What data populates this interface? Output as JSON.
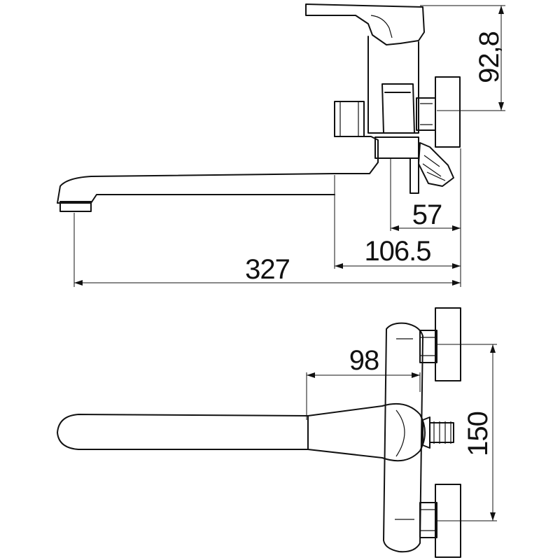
{
  "side_view": {
    "dimensions": {
      "height_top": "92,8",
      "depth_small": "57",
      "depth_medium": "106.5",
      "total_length": "327"
    }
  },
  "top_view": {
    "dimensions": {
      "body_length": "98",
      "wall_centers": "150"
    }
  }
}
